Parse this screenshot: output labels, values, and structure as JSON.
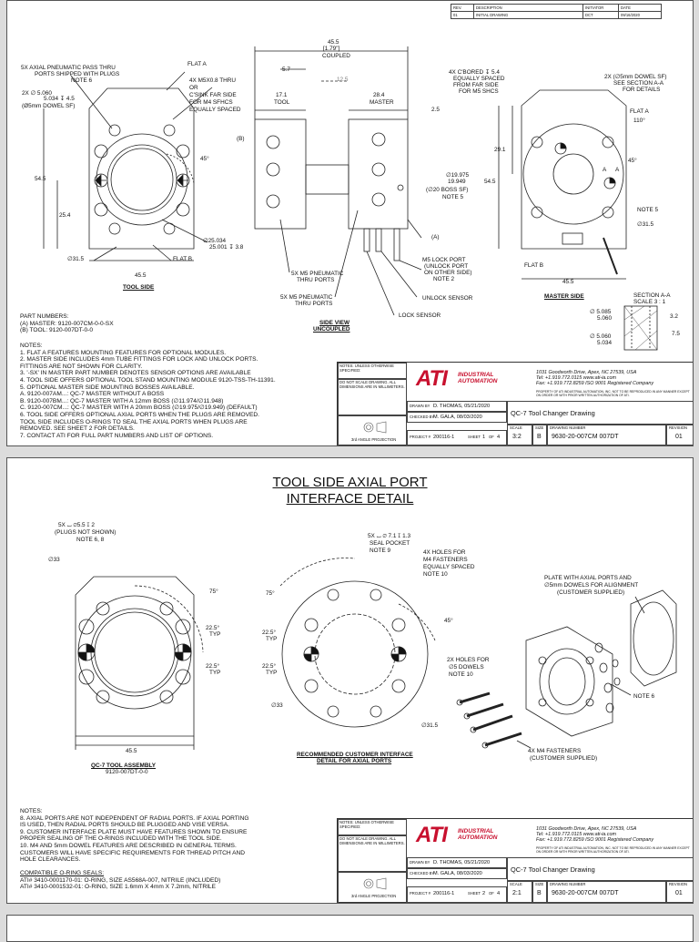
{
  "revision_table": {
    "headers": [
      "REV.",
      "DESCRIPTION",
      "INITIATOR",
      "DATE"
    ],
    "row": [
      "01",
      "INITIAL DRAWING",
      "DCT",
      "09/16/2020"
    ]
  },
  "sheet1": {
    "labels": {
      "axial_pass": "5X AXIAL PNEUMATIC PASS THRU",
      "axial_pass2": "PORTS SHIPPED WITH PLUGS",
      "note6": "NOTE 6",
      "dowel_2x": "2X ∅ 5.060",
      "dowel_2x_b": "5.034 ↧ 4.5",
      "dowel_sf": "(Ø5mm DOWEL SF)",
      "flat_a": "FLAT A",
      "m5_thru": "4X M5X0.8 THRU",
      "or": "OR",
      "csink": "C'SINK FAR SIDE",
      "for_m4": "FOR M4 SFHCS",
      "equally": "EQUALLY SPACED",
      "ang45": "45°",
      "dim_54_5": "54.5",
      "dim_25_4": "25.4",
      "dia_31_5": "∅31.5",
      "flat_b": "FLAT B",
      "dim_45_5": "45.5",
      "bore": "∅25.034",
      "bore2": "25.001 ↧ 3.8",
      "tool_side": "TOOL SIDE",
      "coupled_dim": "45.5",
      "coupled_in": "[1.79\"]",
      "coupled": "COUPLED",
      "dim_5_7": "5.7",
      "dim_12_5": "12.5",
      "dim_17_1": "17.1",
      "tool": "TOOL",
      "dim_28_4": "28.4",
      "master": "MASTER",
      "dim_2_5": "2.5",
      "b_mark": "(B)",
      "a_mark": "(A)",
      "boss": "∅19.975",
      "boss2": "19.949",
      "boss3": "(∅20 BOSS SF)",
      "note5": "NOTE 5",
      "lock_port": "M5 LOCK PORT",
      "unlock_port": "(UNLOCK PORT",
      "other_side": "ON OTHER SIDE)",
      "note2": "NOTE 2",
      "m5_pneu1": "5X M5 PNEUMATIC",
      "thru1": "THRU PORTS",
      "m5_pneu2": "5X M5 PNEUMATIC",
      "thru2": "THRU PORTS",
      "unlock_sensor": "UNLOCK SENSOR",
      "lock_sensor": "LOCK SENSOR",
      "side_view": "SIDE VIEW",
      "uncoupled": "UNCOUPLED",
      "cbored": "4X C'BORED ↧ 5.4",
      "cbored2": "EQUALLY SPACED",
      "cbored3": "FROM FAR SIDE",
      "cbored4": "FOR M5 SHCS",
      "dowel_master": "2X (∅5mm DOWEL SF)",
      "see_section": "SEE SECTION A-A",
      "for_details": "FOR DETAILS",
      "flat_a2": "FLAT A",
      "ang110": "110°",
      "dim_29_1": "29.1",
      "ang45b": "45°",
      "a1": "A",
      "a2": "A",
      "dim_54_5b": "54.5",
      "note5b": "NOTE 5",
      "dia_31_5b": "∅31.5",
      "flat_b2": "FLAT B",
      "dim_45_5b": "45.5",
      "master_side": "MASTER SIDE",
      "section": "SECTION A-A",
      "scale": "SCALE 3 : 1",
      "sec_d1": "∅ 5.085",
      "sec_d1b": "5.060",
      "sec_d2": "∅ 5.060",
      "sec_d2b": "5.034",
      "sec_32": "3.2",
      "sec_75": "7.5"
    },
    "part_numbers": [
      "PART NUMBERS:",
      "(A) MASTER: 9120-007CM-0-0-SX",
      "(B) TOOL: 9120-007DT-0-0"
    ],
    "notes": [
      "NOTES:",
      "1. FLAT A FEATURES MOUNTING FEATURES FOR OPTIONAL MODULES.",
      "2. MASTER SIDE INCLUDES 4mm TUBE FITTINGS FOR LOCK AND UNLOCK PORTS.",
      "    FITTINGS ARE NOT SHOWN FOR CLARITY.",
      "3. '-SX' IN MASTER PART NUMBER DENOTES SENSOR OPTIONS ARE AVAILABLE",
      "4. TOOL SIDE OFFERS OPTIONAL TOOL STAND MOUNTING MODULE 9120-TSS-TH-11391.",
      "5. OPTIONAL MASTER SIDE MOUNTING BOSSES AVAILABLE.",
      "    A. 9120-007AM...: QC-7 MASTER WITHOUT A BOSS",
      "    B. 9120-007BM...: QC-7 MASTER WITH A 12mm BOSS (∅11.974/∅11.948)",
      "    C. 9120-007CM...: QC-7 MASTER WITH A 20mm BOSS (∅19.975/∅19.949) (DEFAULT)",
      "6. TOOL SIDE OFFERS OPTIONAL AXIAL PORTS WHEN THE PLUGS ARE REMOVED.",
      "    TOOL SIDE INCLUDES O-RINGS TO SEAL THE AXIAL PORTS WHEN PLUGS ARE",
      "    REMOVED. SEE SHEET 2 FOR DETAILS.",
      "7. CONTACT ATI FOR FULL PART NUMBERS AND LIST OF OPTIONS."
    ],
    "title_block": {
      "notes_unless": "NOTES: UNLESS OTHERWISE SPECIFIED:",
      "do_not_scale": "DO NOT SCALE DRAWING. ALL DIMENSIONS ARE IN MILLIMETERS.",
      "drawn_by_label": "DRAWN BY",
      "drawn_by": "D. THOMAS, 05/21/2020",
      "checked_by_label": "CHECKED BY",
      "checked_by": "M. GALA, 08/03/2020",
      "projection": "3rd ANGLE PROJECTION",
      "project_label": "PROJECT #",
      "project": "200116-1",
      "sheet_label": "SHEET",
      "sheet": "1",
      "of_label": "OF",
      "of": "4",
      "logo": "ATI",
      "logo_line1": "INDUSTRIAL",
      "logo_line2": "AUTOMATION",
      "address": "1031 Goodworth Drive, Apex, NC 27539, USA",
      "tel": "Tel: +1.919.772.0115     www.ati-ia.com",
      "fax": "Fax: +1.919.772.8259     ISO 9001 Registered Company",
      "property": "PROPERTY OF ATI INDUSTRIAL AUTOMATION, INC. NOT TO BE REPRODUCED IN ANY MANNER EXCEPT ON ORDER OR WITH PRIOR WRITTEN AUTHORIZATION OF ATI.",
      "title": "QC-7 Tool Changer Drawing",
      "scale_label": "SCALE",
      "scale": "3:2",
      "size_label": "SIZE",
      "size": "B",
      "drawing_label": "DRAWING NUMBER",
      "drawing": "9630-20-007CM 007DT",
      "revision_label": "REVISION",
      "revision": "01"
    }
  },
  "sheet2": {
    "title_line1": "TOOL SIDE AXIAL PORT",
    "title_line2": "INTERFACE DETAIL",
    "labels": {
      "ports": "5X ⌴ ∅5.5 ↧ 2",
      "plugs": "(PLUGS NOT SHOWN)",
      "note68": "NOTE 6, 8",
      "dia33": "∅33",
      "ang75": "75°",
      "ang22_1": "22.5°",
      "typ1": "TYP",
      "ang22_2": "22.5°",
      "typ2": "TYP",
      "dim45_5": "45.5",
      "assembly": "QC-7 TOOL ASSEMBLY",
      "assembly_pn": "9120-007DT-0-0",
      "seal": "5X ⌴ ∅ 7.1 ↧ 1.3",
      "seal2": "SEAL POCKET",
      "note9": "NOTE 9",
      "holes": "4X HOLES FOR",
      "holes2": "M4 FASTENERS",
      "holes3": "EQUALLY SPACED",
      "note10": "NOTE 10",
      "ang75b": "75°",
      "ang45": "45°",
      "ang22_3": "22.5°",
      "typ3": "TYP",
      "ang22_4": "22.5°",
      "typ4": "TYP",
      "dowels": "2X HOLES FOR",
      "dowels2": "∅5 DOWELS",
      "note10b": "NOTE 10",
      "dia33b": "∅33",
      "dia31_5": "∅31.5",
      "rec1": "RECOMMENDED CUSTOMER INTERFACE",
      "rec2": "DETAIL FOR AXIAL PORTS",
      "plate": "PLATE WITH AXIAL PORTS AND",
      "plate2": "∅5mm DOWELS FOR ALIGNMENT",
      "plate3": "(CUSTOMER SUPPLIED)",
      "note6": "NOTE 6",
      "fast": "4X M4 FASTENERS",
      "fast2": "(CUSTOMER SUPPLIED)"
    },
    "notes": [
      "NOTES:",
      "8.    AXIAL PORTS ARE NOT INDEPENDENT OF RADIAL PORTS. IF AXIAL PORTING",
      "        IS USED, THEN RADIAL PORTS SHOULD BE PLUGGED AND VISE VERSA.",
      "9.    CUSTOMER INTERFACE PLATE MUST HAVE FEATURES SHOWN TO ENSURE",
      "        PROPER SEALING OF THE O-RINGS INCLUDED WITH THE TOOL SIDE.",
      "10.  M4 AND 5mm DOWEL FEATURES ARE DESCRIBED IN GENERAL TERMS.",
      "        CUSTOMERS WILL HAVE SPECIFIC REQUIREMENTS FOR THREAD PITCH AND",
      "        HOLE CLEARANCES."
    ],
    "orings": [
      "COMPATIBLE O-RING SEALS:",
      "ATI# 3410-0001170-01: O-RING, SIZE AS568A-007, NITRILE (INCLUDED)",
      "ATI# 3410-0001532-01: O-RING, SIZE 1.6mm X 4mm X 7.2mm, NITRILE"
    ],
    "title_block": {
      "notes_unless": "NOTES: UNLESS OTHERWISE SPECIFIED:",
      "do_not_scale": "DO NOT SCALE DRAWING. ALL DIMENSIONS ARE IN MILLIMETERS.",
      "drawn_by_label": "DRAWN BY",
      "drawn_by": "D. THOMAS, 05/21/2020",
      "checked_by_label": "CHECKED BY",
      "checked_by": "M. GALA, 08/03/2020",
      "projection": "3rd ANGLE PROJECTION",
      "project_label": "PROJECT #",
      "project": "200116-1",
      "sheet_label": "SHEET",
      "sheet": "2",
      "of_label": "OF",
      "of": "4",
      "logo": "ATI",
      "logo_line1": "INDUSTRIAL",
      "logo_line2": "AUTOMATION",
      "address": "1031 Goodworth Drive, Apex, NC 27539, USA",
      "tel": "Tel: +1.919.772.0115     www.ati-ia.com",
      "fax": "Fax: +1.919.772.8259     ISO 9001 Registered Company",
      "property": "PROPERTY OF ATI INDUSTRIAL AUTOMATION, INC. NOT TO BE REPRODUCED IN ANY MANNER EXCEPT ON ORDER OR WITH PRIOR WRITTEN AUTHORIZATION OF ATI.",
      "title": "QC-7 Tool Changer Drawing",
      "scale_label": "SCALE",
      "scale": "2:1",
      "size_label": "SIZE",
      "size": "B",
      "drawing_label": "DRAWING NUMBER",
      "drawing": "9630-20-007CM 007DT",
      "revision_label": "REVISION",
      "revision": "01"
    }
  },
  "colors": {
    "ati_red": "#c8102e",
    "line": "#222222",
    "paper": "#ffffff",
    "background": "#dcdcdc"
  }
}
